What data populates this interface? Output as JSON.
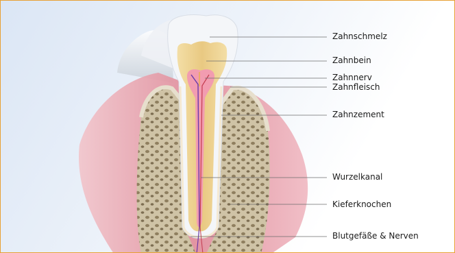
{
  "diagram": {
    "labels": {
      "enamel": "Zahnschmelz",
      "dentin": "Zahnbein",
      "nerve": "Zahnnerv",
      "gum": "Zahnfleisch",
      "cementum": "Zahnzement",
      "root_canal": "Wurzelkanal",
      "jawbone": "Kieferknochen",
      "vessels": "Blutgefäße & Nerven"
    }
  },
  "colors": {
    "frame_border": "#e8a033",
    "enamel": "#f4f6f9",
    "dentin": "#eed596",
    "pulp": "#f08aa0",
    "gum": "#e89aa6",
    "bone": "#d8ceb6",
    "nerve": "#6a3aa8",
    "leader_line": "#6d6d6d"
  }
}
